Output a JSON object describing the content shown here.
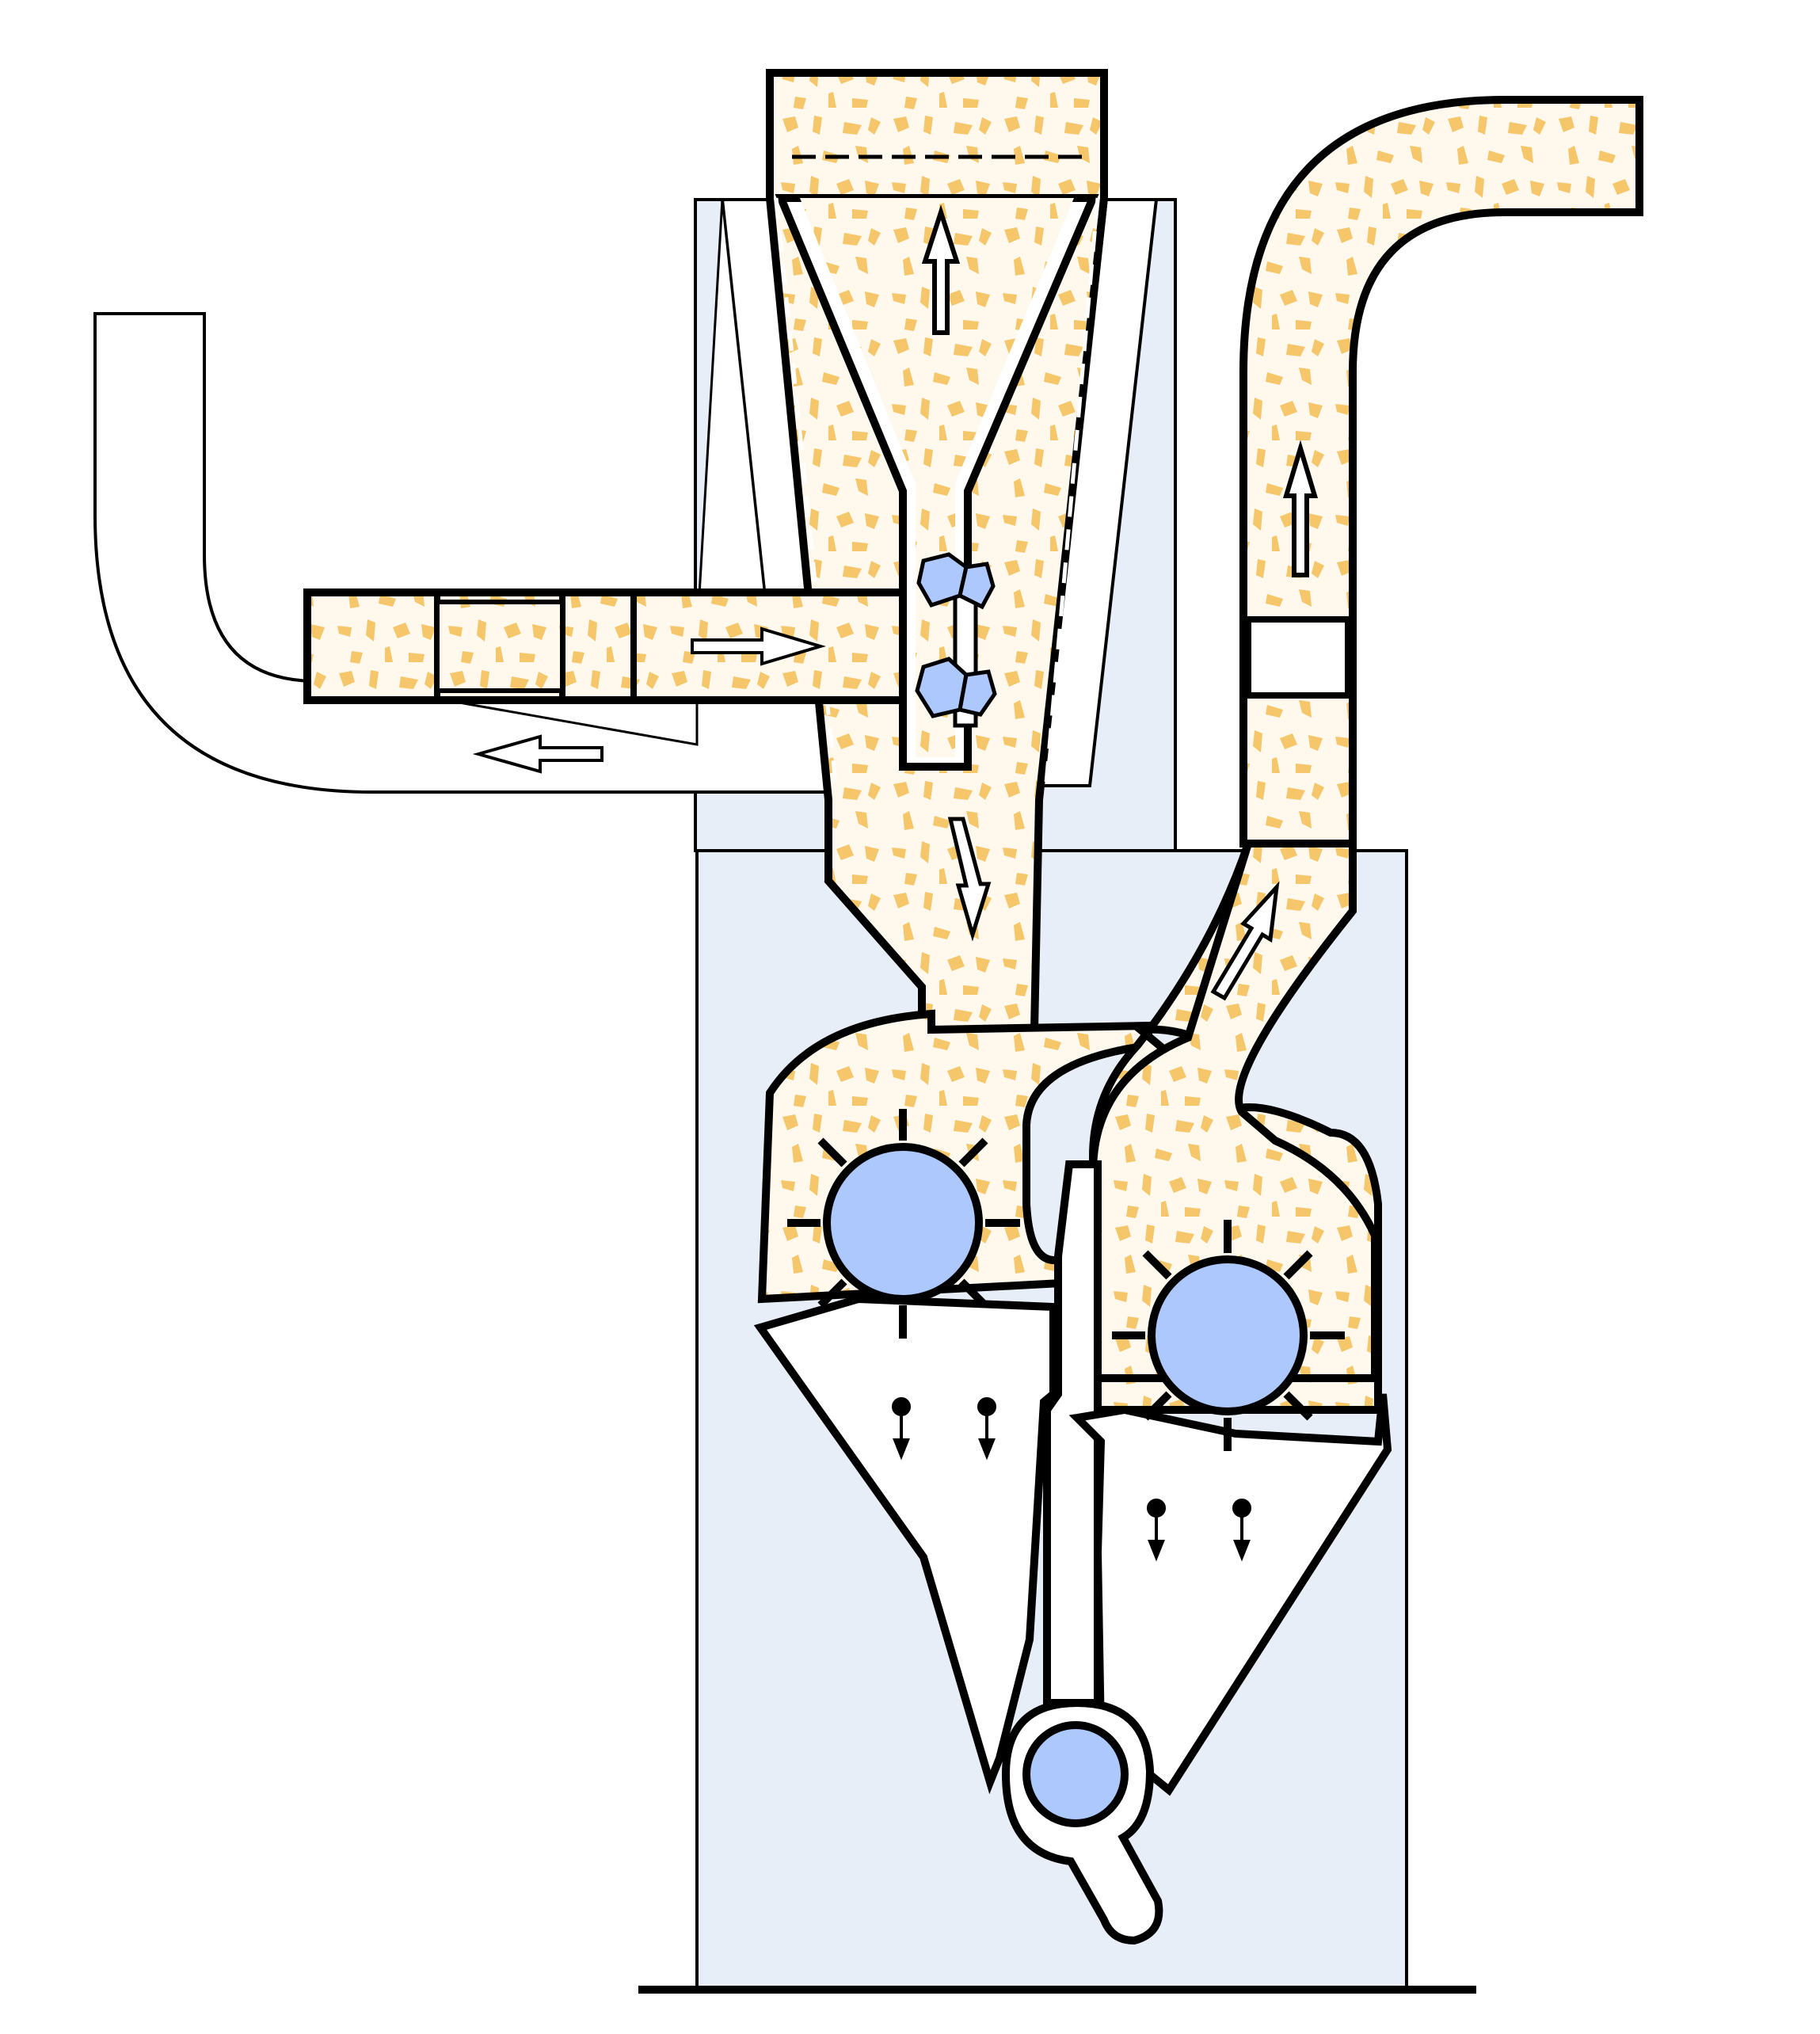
{
  "diagram": {
    "kind": "schematic",
    "labels": []
  },
  "colors": {
    "background": "#ffffff",
    "housing_fill": "#e8eef8",
    "stroke": "#000000",
    "material_fill": "#fff8ec",
    "material_fleck": "#f5c76a",
    "rotor_fill": "#adc8fc",
    "fan_fill": "#adc8fc"
  },
  "components": [
    {
      "name": "machine-housing"
    },
    {
      "name": "upper-housing"
    },
    {
      "name": "top-separator-hopper"
    },
    {
      "name": "conical-screen"
    },
    {
      "name": "inlet-duct"
    },
    {
      "name": "fan-impeller"
    },
    {
      "name": "return-air-duct"
    },
    {
      "name": "outlet-duct"
    },
    {
      "name": "left-opener-drum"
    },
    {
      "name": "right-opener-drum"
    },
    {
      "name": "bottom-discharge-rotor"
    },
    {
      "name": "base-line"
    }
  ],
  "flow_arrows": [
    {
      "name": "up-arrow-hopper",
      "direction": "up"
    },
    {
      "name": "inlet-flow-arrow",
      "direction": "right"
    },
    {
      "name": "return-flow-arrow",
      "direction": "left"
    },
    {
      "name": "down-flow-arrow",
      "direction": "down"
    },
    {
      "name": "outlet-up-arrow",
      "direction": "up"
    },
    {
      "name": "diagonal-up-arrow",
      "direction": "up-right"
    }
  ]
}
